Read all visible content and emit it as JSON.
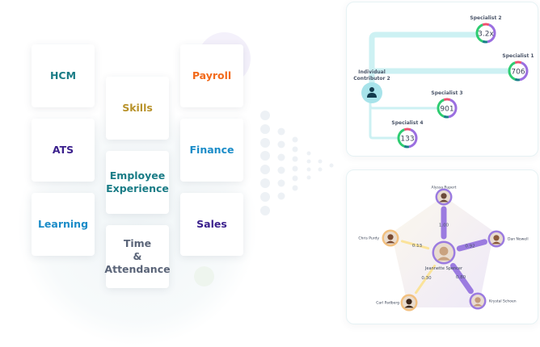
{
  "modules": [
    {
      "label": "HCM",
      "color": "#1a7c86"
    },
    {
      "label": "Skills",
      "color": "#b8922a"
    },
    {
      "label": "Payroll",
      "color": "#f26a1b"
    },
    {
      "label": "ATS",
      "color": "#3a1f8c"
    },
    {
      "label": "Employee Experience",
      "color": "#1a7c86"
    },
    {
      "label": "Finance",
      "color": "#1b8cc8"
    },
    {
      "label": "Learning",
      "color": "#1b8cc8"
    },
    {
      "label": "Time & Attendance",
      "color": "#5a6478"
    },
    {
      "label": "Sales",
      "color": "#3a1f8c"
    }
  ],
  "org_panel": {
    "root": {
      "label_line1": "Individual",
      "label_line2": "Contributor 2",
      "icon": "person-icon"
    },
    "specialists": [
      {
        "label": "Specialist 2",
        "value": "3.2x"
      },
      {
        "label": "Specialist 1",
        "value": "706"
      },
      {
        "label": "Specialist 3",
        "value": "901"
      },
      {
        "label": "Specialist 4",
        "value": "133"
      }
    ],
    "ring_colors": [
      "#2ecc71",
      "#f0506e",
      "#9b6fe0",
      "#167d87"
    ]
  },
  "network_panel": {
    "center": {
      "name": "Jeannette Spencer"
    },
    "people": [
      {
        "name": "Alyssa Rupert",
        "score": "1.00"
      },
      {
        "name": "Dan Nowell",
        "score": "0.92"
      },
      {
        "name": "Krystal Schoen",
        "score": "0.80"
      },
      {
        "name": "Carl Padberg",
        "score": "0.30"
      },
      {
        "name": "Chris Purdy",
        "score": "0.13"
      }
    ],
    "strong_color": "#9b7be0",
    "weak_color": "#fbe39a"
  }
}
